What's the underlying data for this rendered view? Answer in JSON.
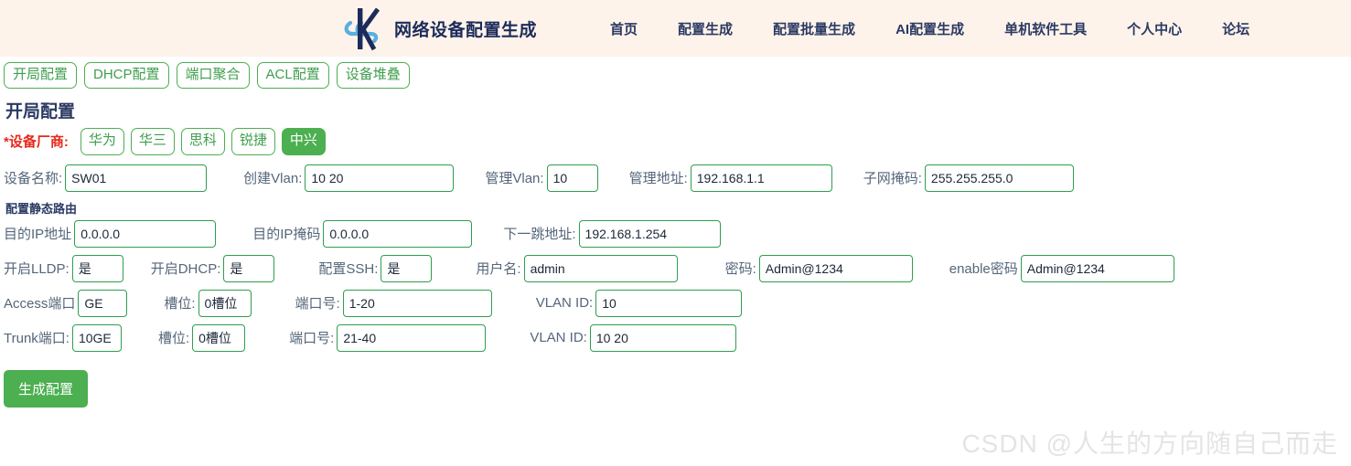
{
  "header": {
    "brand_name": "网络设备配置生成",
    "logo_icon": "k-logo-icon",
    "nav": [
      {
        "label": "首页"
      },
      {
        "label": "配置生成"
      },
      {
        "label": "配置批量生成"
      },
      {
        "label": "AI配置生成"
      },
      {
        "label": "单机软件工具"
      },
      {
        "label": "个人中心"
      },
      {
        "label": "论坛"
      }
    ],
    "bg_color": "#fdf3ea",
    "text_color": "#2b3a63"
  },
  "tabs": [
    {
      "label": "开局配置"
    },
    {
      "label": "DHCP配置"
    },
    {
      "label": "端口聚合"
    },
    {
      "label": "ACL配置"
    },
    {
      "label": "设备堆叠"
    }
  ],
  "page": {
    "title": "开局配置",
    "vendor_label": "*设备厂商:",
    "vendors": [
      {
        "label": "华为",
        "selected": false
      },
      {
        "label": "华三",
        "selected": false
      },
      {
        "label": "思科",
        "selected": false
      },
      {
        "label": "锐捷",
        "selected": false
      },
      {
        "label": "中兴",
        "selected": true
      }
    ],
    "basic": {
      "device_name_label": "设备名称:",
      "device_name_value": "SW01",
      "create_vlan_label": "创建Vlan:",
      "create_vlan_value": "10 20",
      "manage_vlan_label": "管理Vlan:",
      "manage_vlan_value": "10",
      "manage_ip_label": "管理地址:",
      "manage_ip_value": "192.168.1.1",
      "subnet_mask_label": "子网掩码:",
      "subnet_mask_value": "255.255.255.0"
    },
    "static_route": {
      "title": "配置静态路由",
      "dest_ip_label": "目的IP地址",
      "dest_ip_value": "0.0.0.0",
      "dest_mask_label": "目的IP掩码",
      "dest_mask_value": "0.0.0.0",
      "next_hop_label": "下一跳地址:",
      "next_hop_value": "192.168.1.254"
    },
    "services": {
      "lldp_label": "开启LLDP:",
      "lldp_value": "是",
      "dhcp_label": "开启DHCP:",
      "dhcp_value": "是",
      "ssh_label": "配置SSH:",
      "ssh_value": "是",
      "username_label": "用户名:",
      "username_value": "admin",
      "password_label": "密码:",
      "password_value": "Admin@1234",
      "enable_password_label": "enable密码",
      "enable_password_value": "Admin@1234"
    },
    "access_port": {
      "port_type_label": "Access端口",
      "port_type_value": "GE",
      "slot_label": "槽位:",
      "slot_value": "0槽位",
      "port_num_label": "端口号:",
      "port_num_value": "1-20",
      "vlan_id_label": "VLAN ID:",
      "vlan_id_value": "10"
    },
    "trunk_port": {
      "port_type_label": "Trunk端口:",
      "port_type_value": "10GE",
      "slot_label": "槽位:",
      "slot_value": "0槽位",
      "port_num_label": "端口号:",
      "port_num_value": "21-40",
      "vlan_id_label": "VLAN ID:",
      "vlan_id_value": "10 20"
    },
    "generate_button_label": "生成配置"
  },
  "watermark": "CSDN @人生的方向随自己而走",
  "colors": {
    "accent_green": "#4caf50",
    "input_border": "#2e9e4f",
    "required_red": "#e8281b",
    "label_gray": "#55667a",
    "header_cream": "#fdf3ea",
    "brand_navy": "#1c2b5a",
    "logo_blue": "#5aaee0"
  }
}
